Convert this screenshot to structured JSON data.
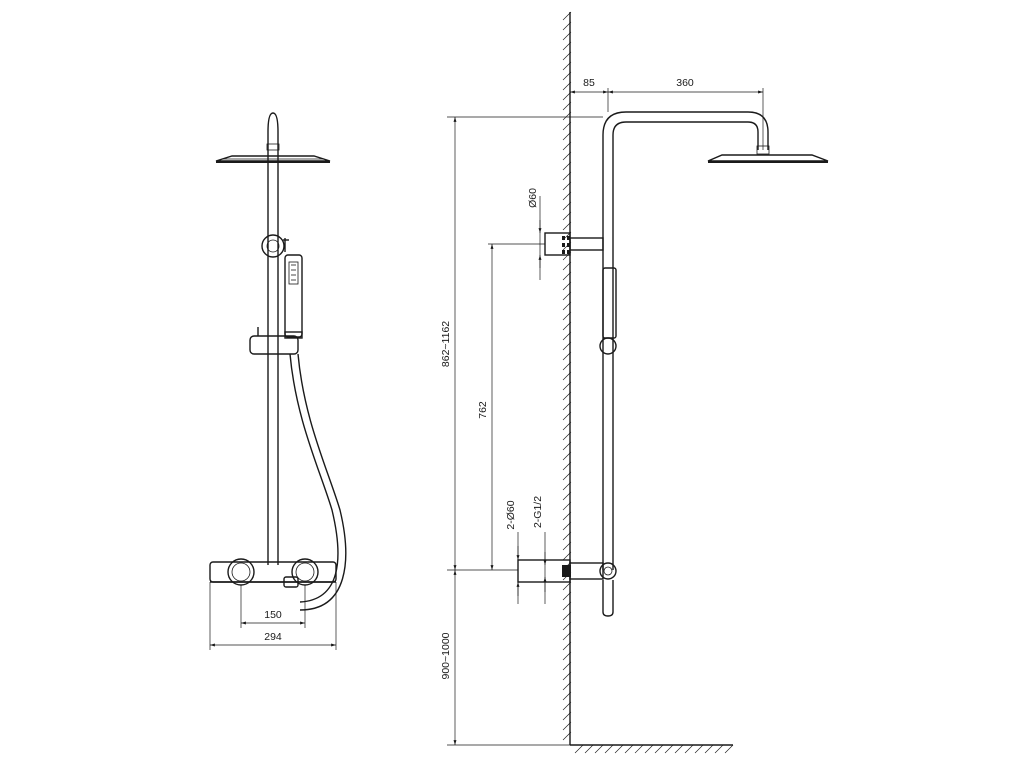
{
  "dimensions": {
    "wall_offset": "85",
    "arm_length": "360",
    "side_outlet_diameter": "Ø60",
    "overall_height": "862~1162",
    "mount_spacing": "762",
    "outlet_diameter": "2-Ø60",
    "thread": "2-G1/2",
    "floor_height": "900~1000",
    "inlet_spacing": "150",
    "body_width": "294"
  }
}
